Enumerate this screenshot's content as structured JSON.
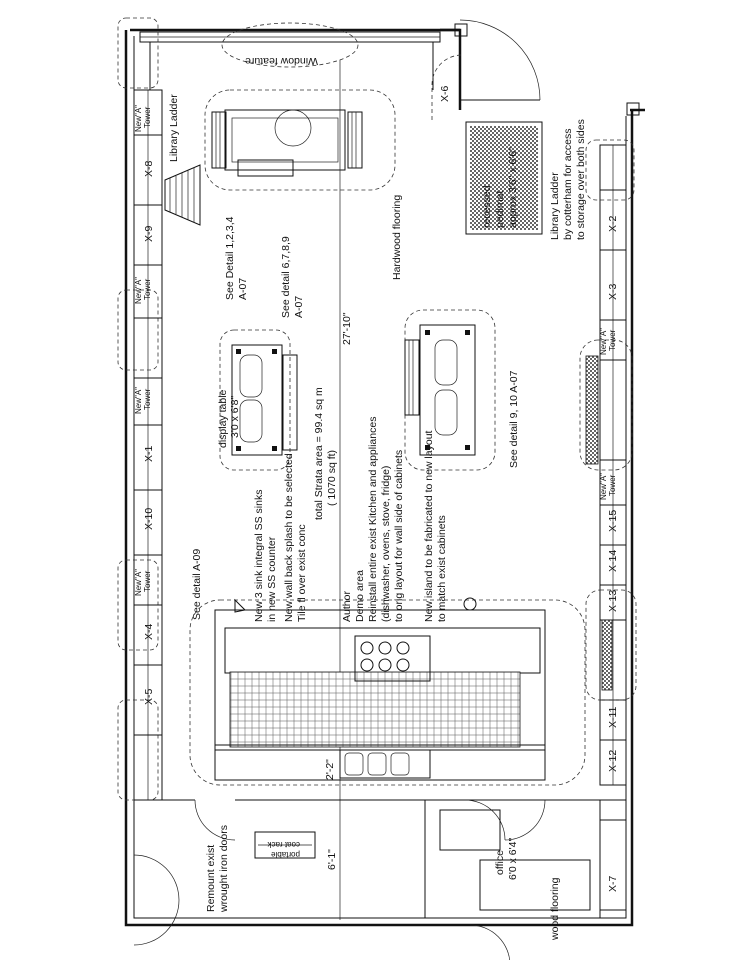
{
  "labels": {
    "window_feature": "Window feature",
    "x6": "X-6",
    "library_ladder_left": "Library Ladder",
    "library_ladder_right_1": "Library Ladder",
    "library_ladder_right_2": "by cotterham for access",
    "library_ladder_right_3": "to storage over both sides",
    "pedimat_1": "recessed",
    "pedimat_2": "pedimat",
    "pedimat_3": "approx 3'6\" x 6'6\"",
    "see_detail_1234_a": "See Detail 1,2,3,4",
    "see_detail_1234_b": "A-07",
    "see_detail_678_a": "See detail 6,7,8,9",
    "see_detail_678_b": "A-07",
    "hardwood_flooring": "Hardwood flooring",
    "dimension_27": "27'-10\"",
    "display_table_1": "display table",
    "display_table_2": "3'0 x 6'8\"",
    "strata_1": "total Strata area = 99.4 sq m",
    "strata_2": "( 1070 sq ft)",
    "see_detail_910": "See detail 9, 10 A-07",
    "new_sinks_1": "New 3 sink integral SS sinks",
    "new_sinks_2": "in new SS counter",
    "back_splash_1": "New wall back splash to be selected",
    "back_splash_2": "Tile fl over exist conc",
    "author": "Author",
    "demo_area": "Demo area",
    "reinstall_1": "Reinstall entire exist Kitchen and appliances",
    "reinstall_2": "(dishwasher, ovens, stove, fridge)",
    "reinstall_3": "to orig layout for wall side of cabinets",
    "new_island_1": "New island to be fabricated to new layout",
    "new_island_2": "to match exist cabinets",
    "see_detail_a09": "See detail A-09",
    "dimension_2_2": "2'-2\"",
    "dimension_6_1": "6'-1\"",
    "portable_1": "portable",
    "portable_2": "coat rack",
    "remount_1": "Remount exist",
    "remount_2": "wrought iron doors",
    "office_1": "office",
    "office_2": "6'0 x 6'4\"",
    "wood_flooring": "wood flooring",
    "tower_1": "New\"A\"",
    "tower_2": "Tower"
  },
  "left_units": [
    "X-8",
    "X-9",
    "X-1",
    "X-10",
    "X-4",
    "X-5"
  ],
  "right_units": [
    "X-2",
    "X-3",
    "X-15",
    "X-14",
    "X-13",
    "X-11",
    "X-12",
    "X-7"
  ]
}
